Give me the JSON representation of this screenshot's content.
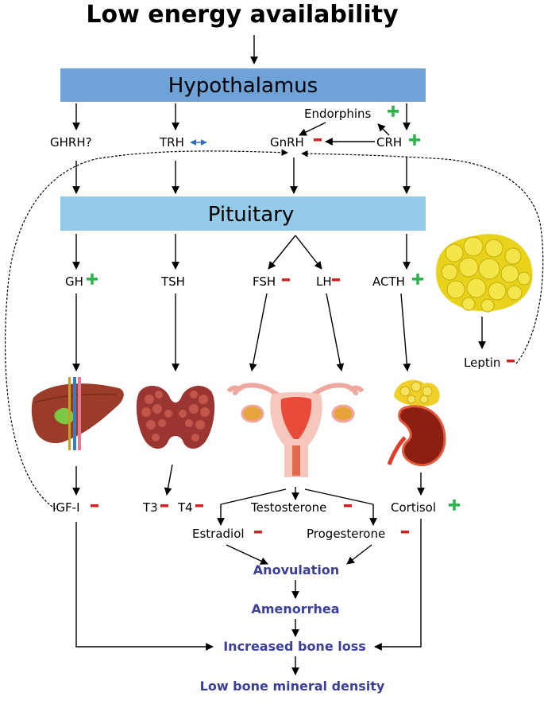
{
  "title": "Low energy availability",
  "bands": {
    "hypothalamus": "Hypothalamus",
    "pituitary": "Pituitary"
  },
  "hypothalamic_factors": {
    "ghrh": "GHRH?",
    "trh": "TRH",
    "gnrh": "GnRH",
    "crh": "CRH",
    "endorphins": "Endorphins"
  },
  "pituitary_hormones": {
    "gh": "GH",
    "tsh": "TSH",
    "fsh": "FSH",
    "lh": "LH",
    "acth": "ACTH"
  },
  "adipose": {
    "leptin": "Leptin"
  },
  "peripheral_hormones": {
    "igf1": "IGF-I",
    "t3": "T3",
    "t4": "T4",
    "testosterone": "Testosterone",
    "estradiol": "Estradiol",
    "progesterone": "Progesterone",
    "cortisol": "Cortisol"
  },
  "outcomes": {
    "anovulation": "Anovulation",
    "amenorrhea": "Amenorrhea",
    "bone_loss": "Increased bone loss",
    "low_bmd": "Low bone mineral density"
  },
  "colors": {
    "hypothalamus_band": "#6fa3d8",
    "pituitary_band": "#93cbe9",
    "increase": "#2fb34a",
    "decrease": "#d32020",
    "unchanged": "#2f6fb5",
    "outcome_text": "#3b3f9a"
  },
  "organ_icons": [
    "liver-icon",
    "thyroid-icon",
    "uterus-ovaries-icon",
    "adrenal-kidney-icon",
    "adipose-tissue-icon"
  ]
}
